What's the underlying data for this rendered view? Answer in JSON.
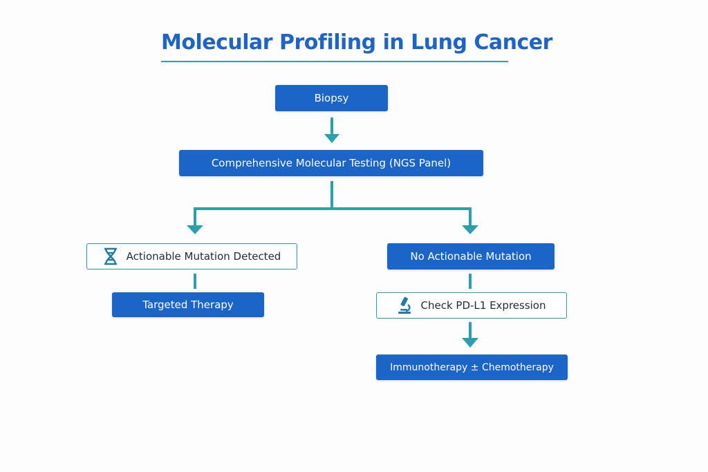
{
  "title": "Molecular Profiling in Lung Cancer",
  "nodes": {
    "biopsy": "Biopsy",
    "ngs": "Comprehensive Molecular Testing (NGS Panel)",
    "actionable": "Actionable Mutation Detected",
    "no_actionable": "No Actionable Mutation",
    "targeted": "Targeted Therapy",
    "pdl1": "Check PD-L1 Expression",
    "immuno": "Immunotherapy ± Chemotherapy"
  },
  "icons": {
    "actionable": "dna-icon",
    "pdl1": "microscope-icon"
  },
  "colors": {
    "title": "#1e64c8",
    "box_fill": "#1b65c9",
    "connector": "#2b9fae",
    "outline": "#3d93a8"
  }
}
